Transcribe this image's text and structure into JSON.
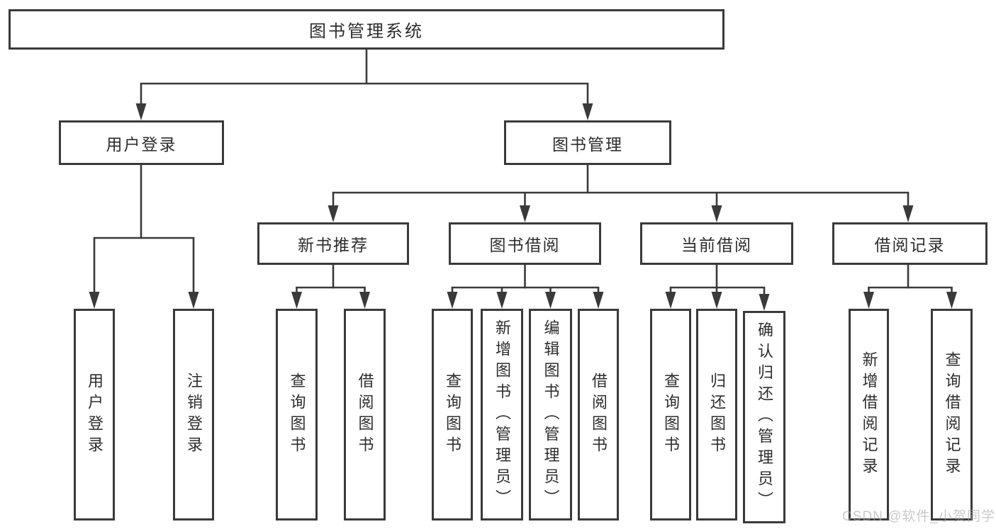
{
  "tree": {
    "root": {
      "label": "图书管理系统"
    },
    "branches": [
      {
        "label": "用户登录",
        "children": [
          {
            "label": "用户登录"
          },
          {
            "label": "注销登录"
          }
        ]
      },
      {
        "label": "图书管理",
        "children": [
          {
            "label": "新书推荐",
            "children": [
              {
                "label": "查询图书"
              },
              {
                "label": "借阅图书"
              }
            ]
          },
          {
            "label": "图书借阅",
            "children": [
              {
                "label": "查询图书"
              },
              {
                "label": "新增图书（管理员）"
              },
              {
                "label": "编辑图书（管理员）"
              },
              {
                "label": "借阅图书"
              }
            ]
          },
          {
            "label": "当前借阅",
            "children": [
              {
                "label": "查询图书"
              },
              {
                "label": "归还图书"
              },
              {
                "label": "确认归还（管理员）"
              }
            ]
          },
          {
            "label": "借阅记录",
            "children": [
              {
                "label": "新增借阅记录"
              },
              {
                "label": "查询借阅记录"
              }
            ]
          }
        ]
      }
    ]
  },
  "watermark": {
    "text": "CSDN @软件_小贺同学"
  },
  "colors": {
    "line": "#3a3a3a",
    "text": "#2d2d2d",
    "background": "#ffffff",
    "watermark": "#a8a8a8"
  }
}
